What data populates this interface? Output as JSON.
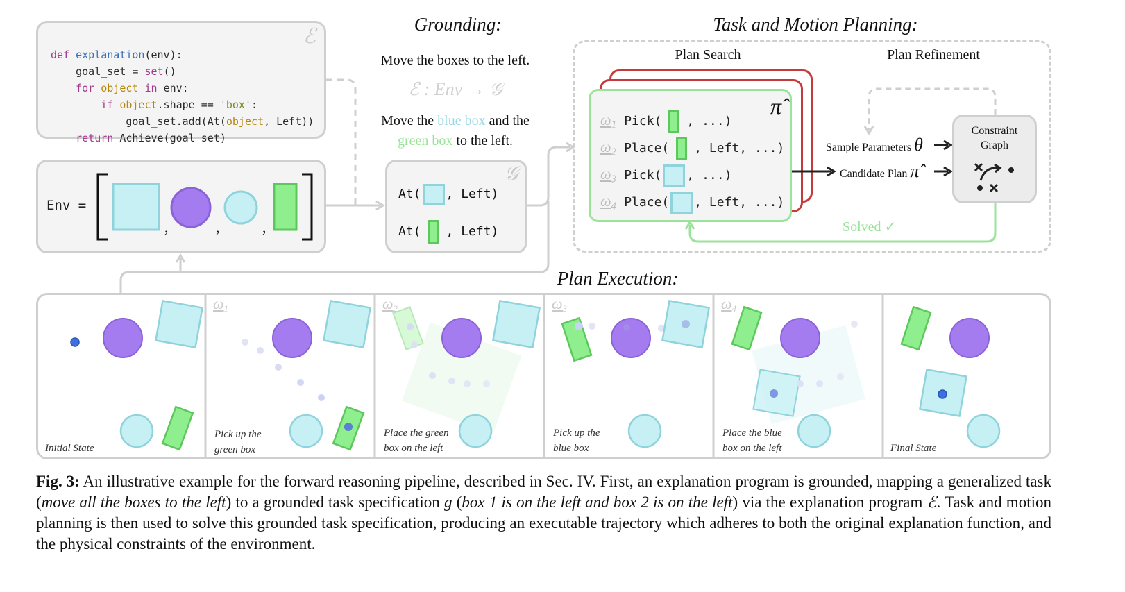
{
  "code_box": {
    "symbol": "ℰ",
    "lines": {
      "l1": [
        "def ",
        "explanation",
        "(env):"
      ],
      "l2": [
        "    goal_set = ",
        "set",
        "()"
      ],
      "l3": [
        "    ",
        "for ",
        "object",
        " in ",
        "env:"
      ],
      "l4": [
        "        ",
        "if ",
        "object",
        ".shape == ",
        "'box'",
        ":"
      ],
      "l5": [
        "            goal_set.add(At(",
        "object",
        ", Left))"
      ],
      "l6": [
        "    ",
        "return ",
        "Achieve(goal_set)"
      ]
    }
  },
  "env": {
    "label": "Env =",
    "separators": [
      ",",
      ",",
      ","
    ]
  },
  "grounding": {
    "heading": "Grounding:",
    "line1": "Move the boxes to the left.",
    "mapping": "ℰ : Env → 𝒢",
    "line2_a": "Move the ",
    "line2_b": "blue box",
    "line2_c": " and the",
    "line3_a": "green box",
    "line3_b": " to the left.",
    "symbol": "𝒢",
    "at1_a": "At(",
    "at1_b": ", Left)",
    "at2_a": "At(",
    "at2_b": ", Left)"
  },
  "tamp": {
    "heading": "Task and Motion Planning:",
    "plan_search": "Plan Search",
    "plan_refinement": "Plan Refinement",
    "pi_hat": "π̂",
    "rows": [
      {
        "omega": "ω",
        "sub": "1",
        "text_a": "Pick(",
        "text_b": ", ...)"
      },
      {
        "omega": "ω",
        "sub": "2",
        "text_a": "Place(",
        "text_b": ", Left, ...)"
      },
      {
        "omega": "ω",
        "sub": "3",
        "text_a": "Pick(",
        "text_b": ", ...)"
      },
      {
        "omega": "ω",
        "sub": "4",
        "text_a": "Place(",
        "text_b": ", Left, ...)"
      }
    ],
    "sample_params": "Sample Parameters",
    "theta": "θ",
    "candidate_plan": "Candidate Plan",
    "candidate_pi": "π̂",
    "constraint_graph_1": "Constraint",
    "constraint_graph_2": "Graph",
    "solved": "Solved ✓"
  },
  "execution": {
    "heading": "Plan Execution:",
    "cells": [
      {
        "omega": "",
        "sub": "",
        "label1": "Initial State",
        "label2": ""
      },
      {
        "omega": "ω",
        "sub": "1",
        "label1": "Pick up the",
        "label2": "green box"
      },
      {
        "omega": "ω",
        "sub": "2",
        "label1": "Place the green",
        "label2": "box on the left"
      },
      {
        "omega": "ω",
        "sub": "3",
        "label1": "Pick up the",
        "label2": "blue box"
      },
      {
        "omega": "ω",
        "sub": "4",
        "label1": "Place the blue",
        "label2": "box on the left"
      },
      {
        "omega": "",
        "sub": "",
        "label1": "Final State",
        "label2": ""
      }
    ]
  },
  "caption": {
    "fig": "Fig. 3:",
    "t1": " An illustrative example for the forward reasoning pipeline, described in Sec. IV. First, an explanation program is grounded, mapping a generalized task (",
    "i1": "move all the boxes to the left",
    "t2": ") to a grounded task specification ",
    "i2": "g",
    "t3": " (",
    "i3": "box 1 is on the left and box 2 is on the left",
    "t4": ") via the explanation program ",
    "i4": "ℰ",
    "t5": ". Task and motion planning is then used to solve this grounded task specification, producing an executable trajectory which adheres to both the original explanation function, and the physical constraints of the environment."
  },
  "colors": {
    "blue_box": "#c6f0f4",
    "blue_border": "#8fd3dc",
    "green_box": "#8fef8f",
    "green_border": "#5cc85c",
    "purple": "#a57cf0",
    "red_plan": "#c43b3b",
    "green_line": "#9be39b",
    "panel_border": "#cfcfcf"
  },
  "icons": [
    "checkmark-icon",
    "arrow-icon",
    "cross-icon"
  ]
}
